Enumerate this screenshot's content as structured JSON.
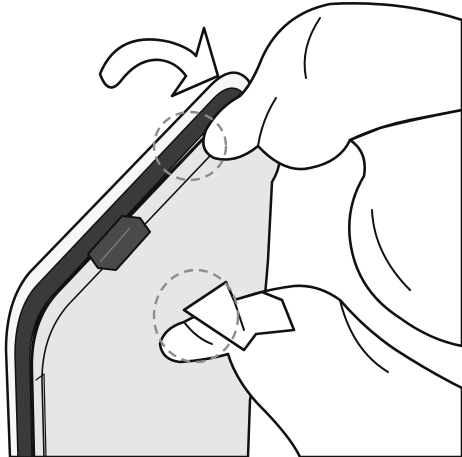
{
  "illustration": {
    "subject": "removing-phone-back-cover",
    "steps": [
      "pry-at-top-corner",
      "push-cover-with-thumb"
    ]
  },
  "colors": {
    "ink": "#111111",
    "cover_fill": "#e6e6e6",
    "body_fill": "#f7f7f7",
    "edge_dark": "#3a3a3a",
    "notch_fill": "#4a4a4a",
    "dashed_circle": "#8c8c8c",
    "background": "#ffffff"
  },
  "icons": {
    "curved_arrow": "curved-arrow-icon",
    "push_arrow": "push-arrow-icon"
  }
}
